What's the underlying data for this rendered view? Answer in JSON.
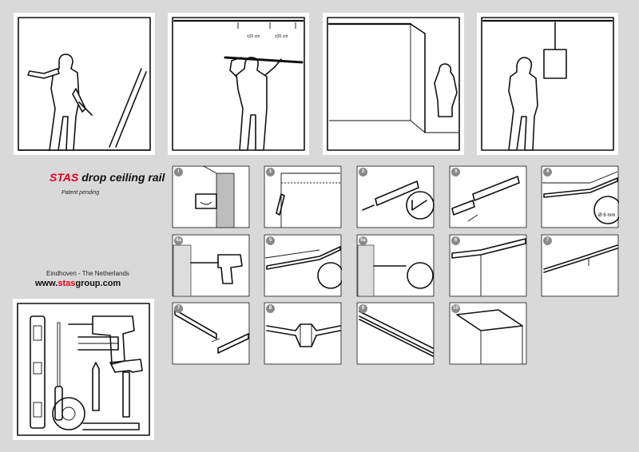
{
  "brand": {
    "name_prefix": "STAS",
    "name_rest": " drop ceiling rail"
  },
  "patent_text": "Patent pending",
  "location": "Eindhoven - The Netherlands",
  "url": {
    "prefix": "www.",
    "brand": "stas",
    "suffix": "group.com"
  },
  "dimensions": {
    "a": "±20 cm",
    "b": "±20 cm"
  },
  "drill_size": "Ø 6 mm",
  "steps": [
    "i",
    "1",
    "2",
    "3",
    "4",
    "4a",
    "5",
    "5a",
    "6",
    "7",
    "7",
    "8",
    "9",
    "10"
  ],
  "colors": {
    "brand_red": "#e3001b",
    "background": "#d9d9d9",
    "badge": "#8a8a8a"
  }
}
